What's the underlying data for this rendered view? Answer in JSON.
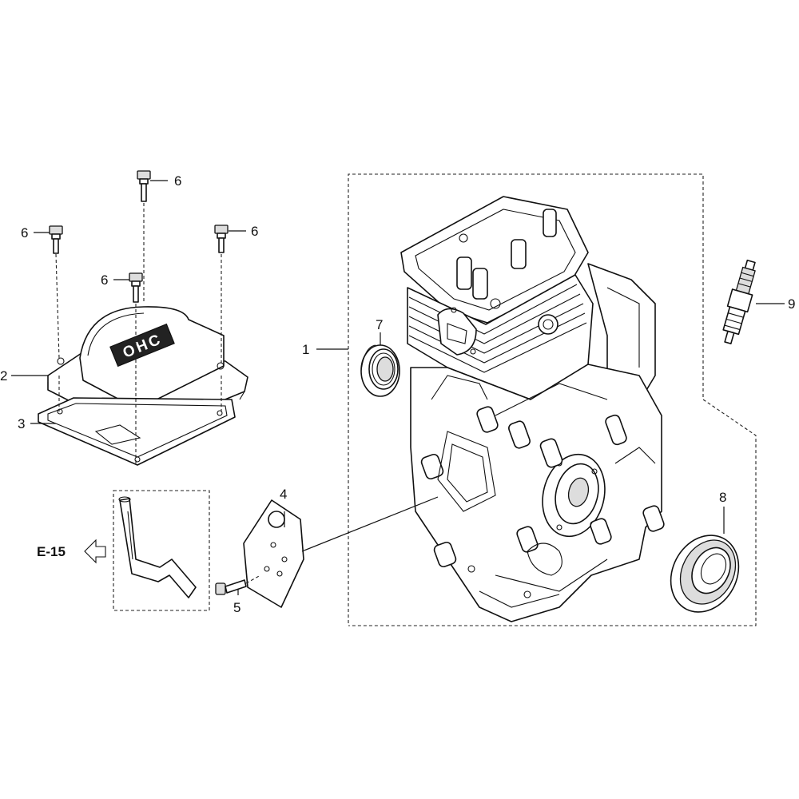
{
  "callouts": {
    "c1": "1",
    "c2": "2",
    "c3": "3",
    "c4": "4",
    "c5": "5",
    "c6a": "6",
    "c6b": "6",
    "c6c": "6",
    "c6d": "6",
    "c7": "7",
    "c8": "8",
    "c9": "9"
  },
  "cover_marking": "OHC",
  "reference": {
    "label": "E-15",
    "icon": "outline-arrow-left-icon"
  }
}
